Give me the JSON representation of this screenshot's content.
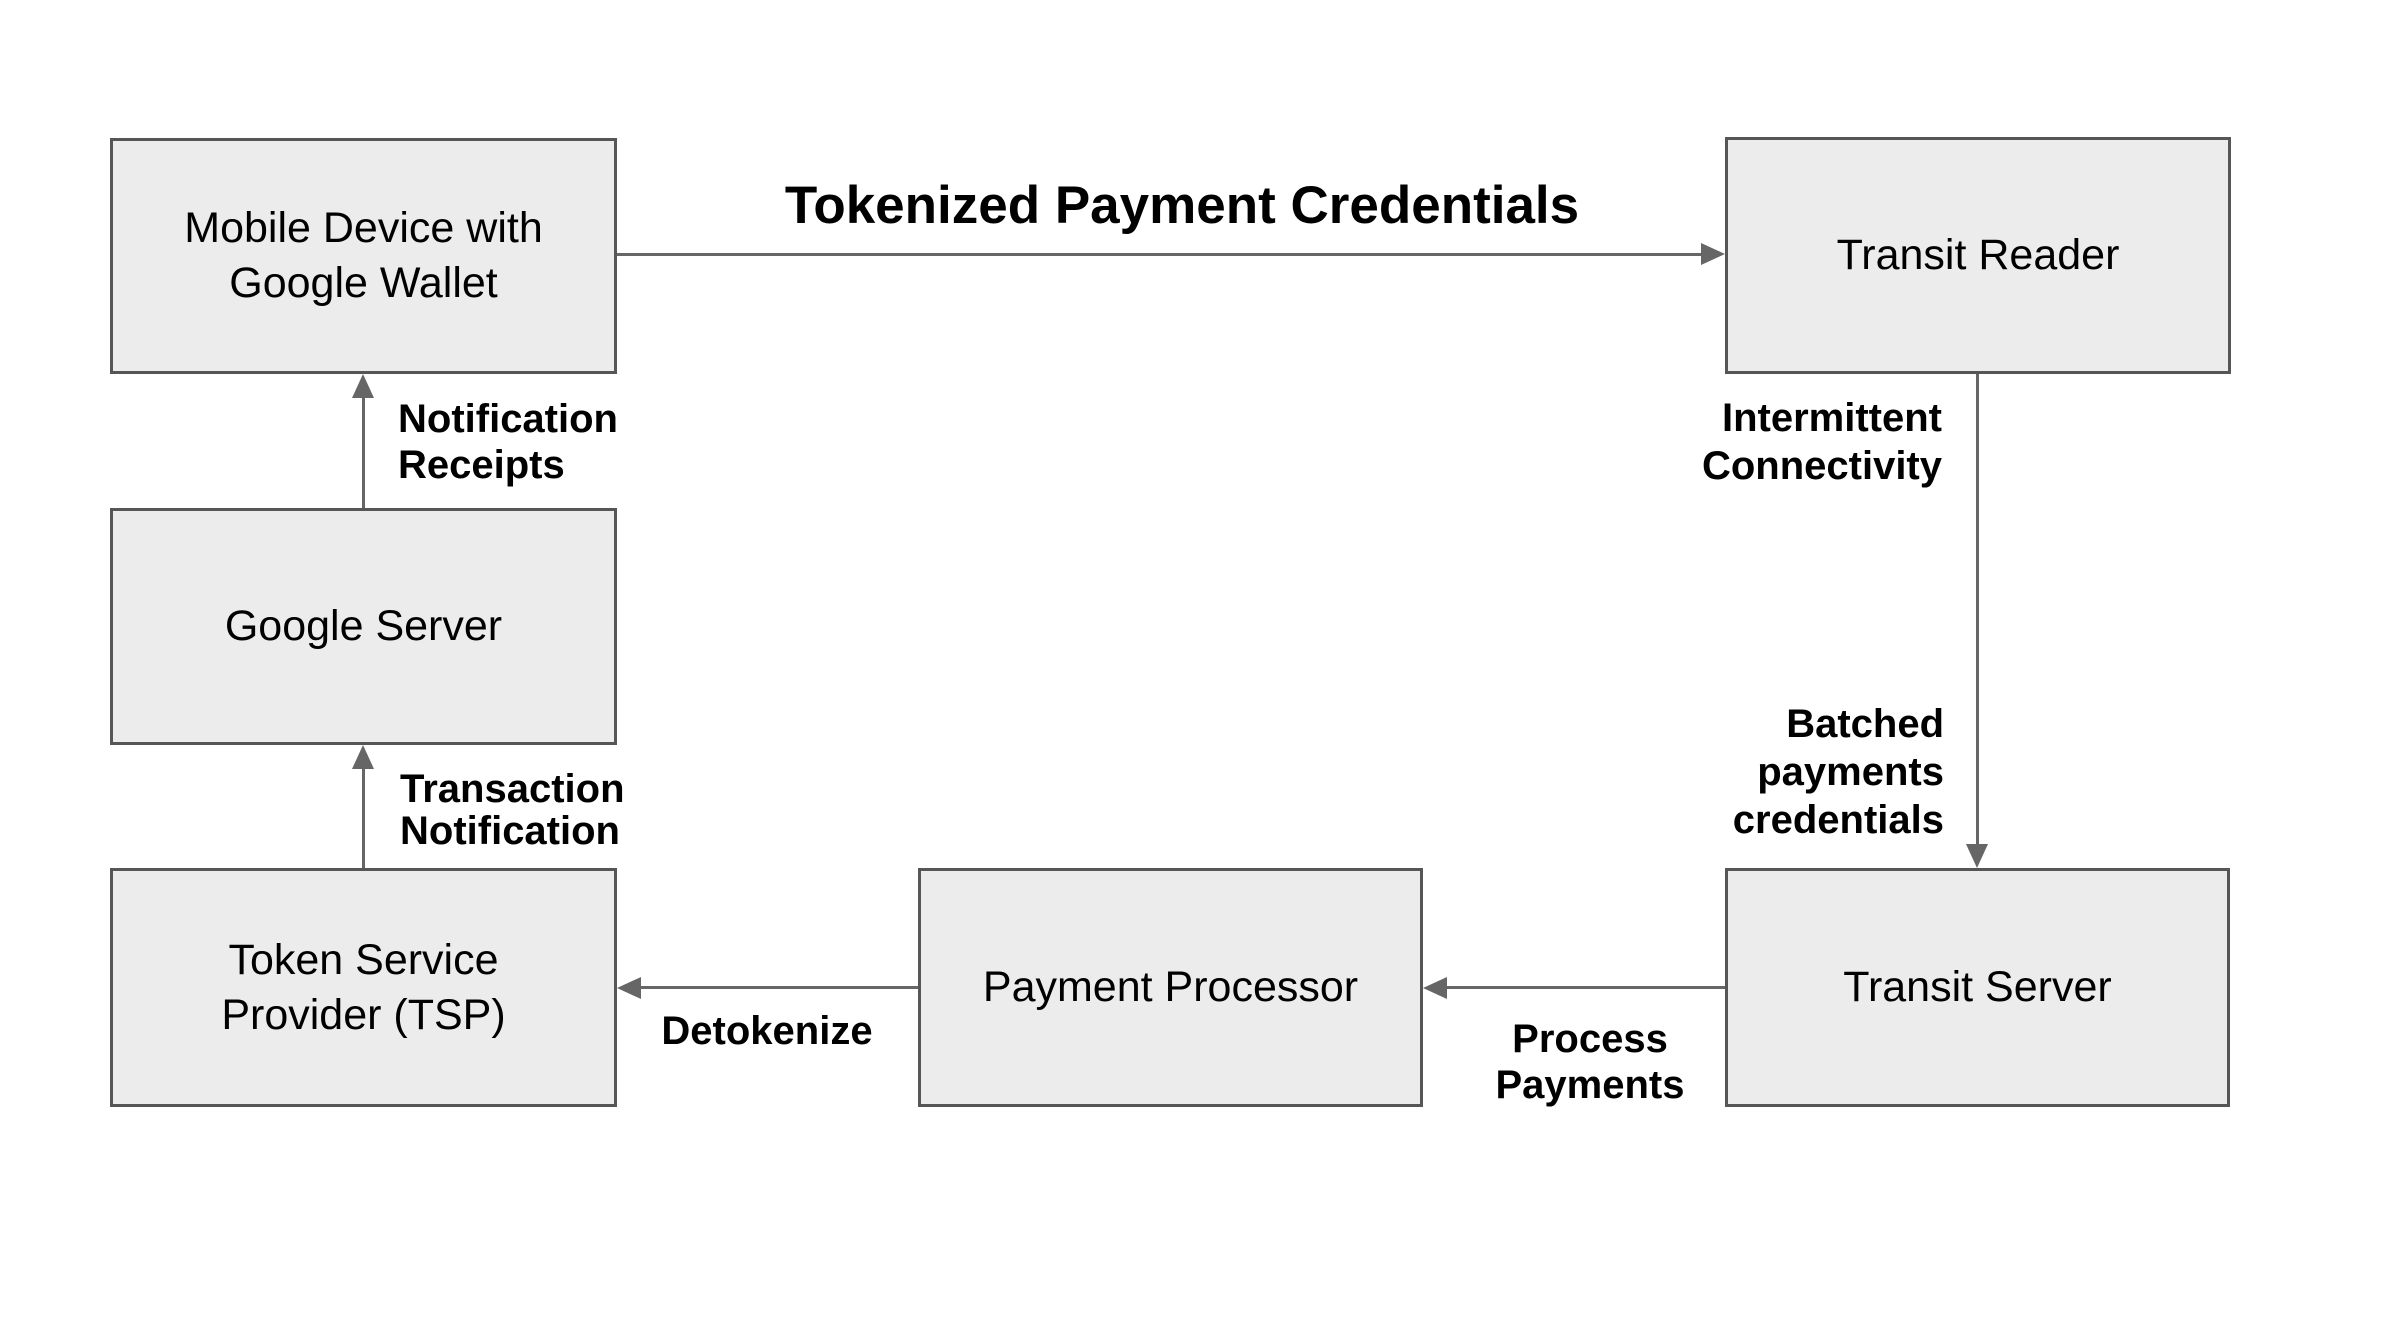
{
  "diagram": {
    "colors": {
      "background": "#ffffff",
      "box_fill": "#ececec",
      "box_border": "#565656",
      "arrow": "#666666",
      "text": "#000000"
    },
    "nodes": {
      "mobile_device": {
        "label": "Mobile Device with\nGoogle Wallet"
      },
      "transit_reader": {
        "label": "Transit Reader"
      },
      "google_server": {
        "label": "Google Server"
      },
      "tsp": {
        "label": "Token Service\nProvider (TSP)"
      },
      "payment_processor": {
        "label": "Payment Processor"
      },
      "transit_server": {
        "label": "Transit Server"
      }
    },
    "edges": {
      "tokenized": {
        "label": "Tokenized Payment Credentials",
        "from": "Mobile Device with Google Wallet",
        "to": "Transit Reader",
        "direction": "right"
      },
      "notification_receipts": {
        "label": "Notification\nReceipts",
        "from": "Google Server",
        "to": "Mobile Device with Google Wallet",
        "direction": "up"
      },
      "transaction_notification": {
        "label": "Transaction\nNotification",
        "from": "Token Service Provider (TSP)",
        "to": "Google Server",
        "direction": "up"
      },
      "intermittent_connectivity": {
        "label": "Intermittent\nConnectivity",
        "from": "Transit Reader",
        "to": "Transit Server",
        "direction": "down"
      },
      "batched_payments": {
        "label": "Batched\npayments\ncredentials",
        "from": "Transit Reader",
        "to": "Transit Server",
        "direction": "down"
      },
      "process_payments": {
        "label": "Process\nPayments",
        "from": "Transit Server",
        "to": "Payment Processor",
        "direction": "left"
      },
      "detokenize": {
        "label": "Detokenize",
        "from": "Payment Processor",
        "to": "Token Service Provider (TSP)",
        "direction": "left"
      }
    }
  }
}
